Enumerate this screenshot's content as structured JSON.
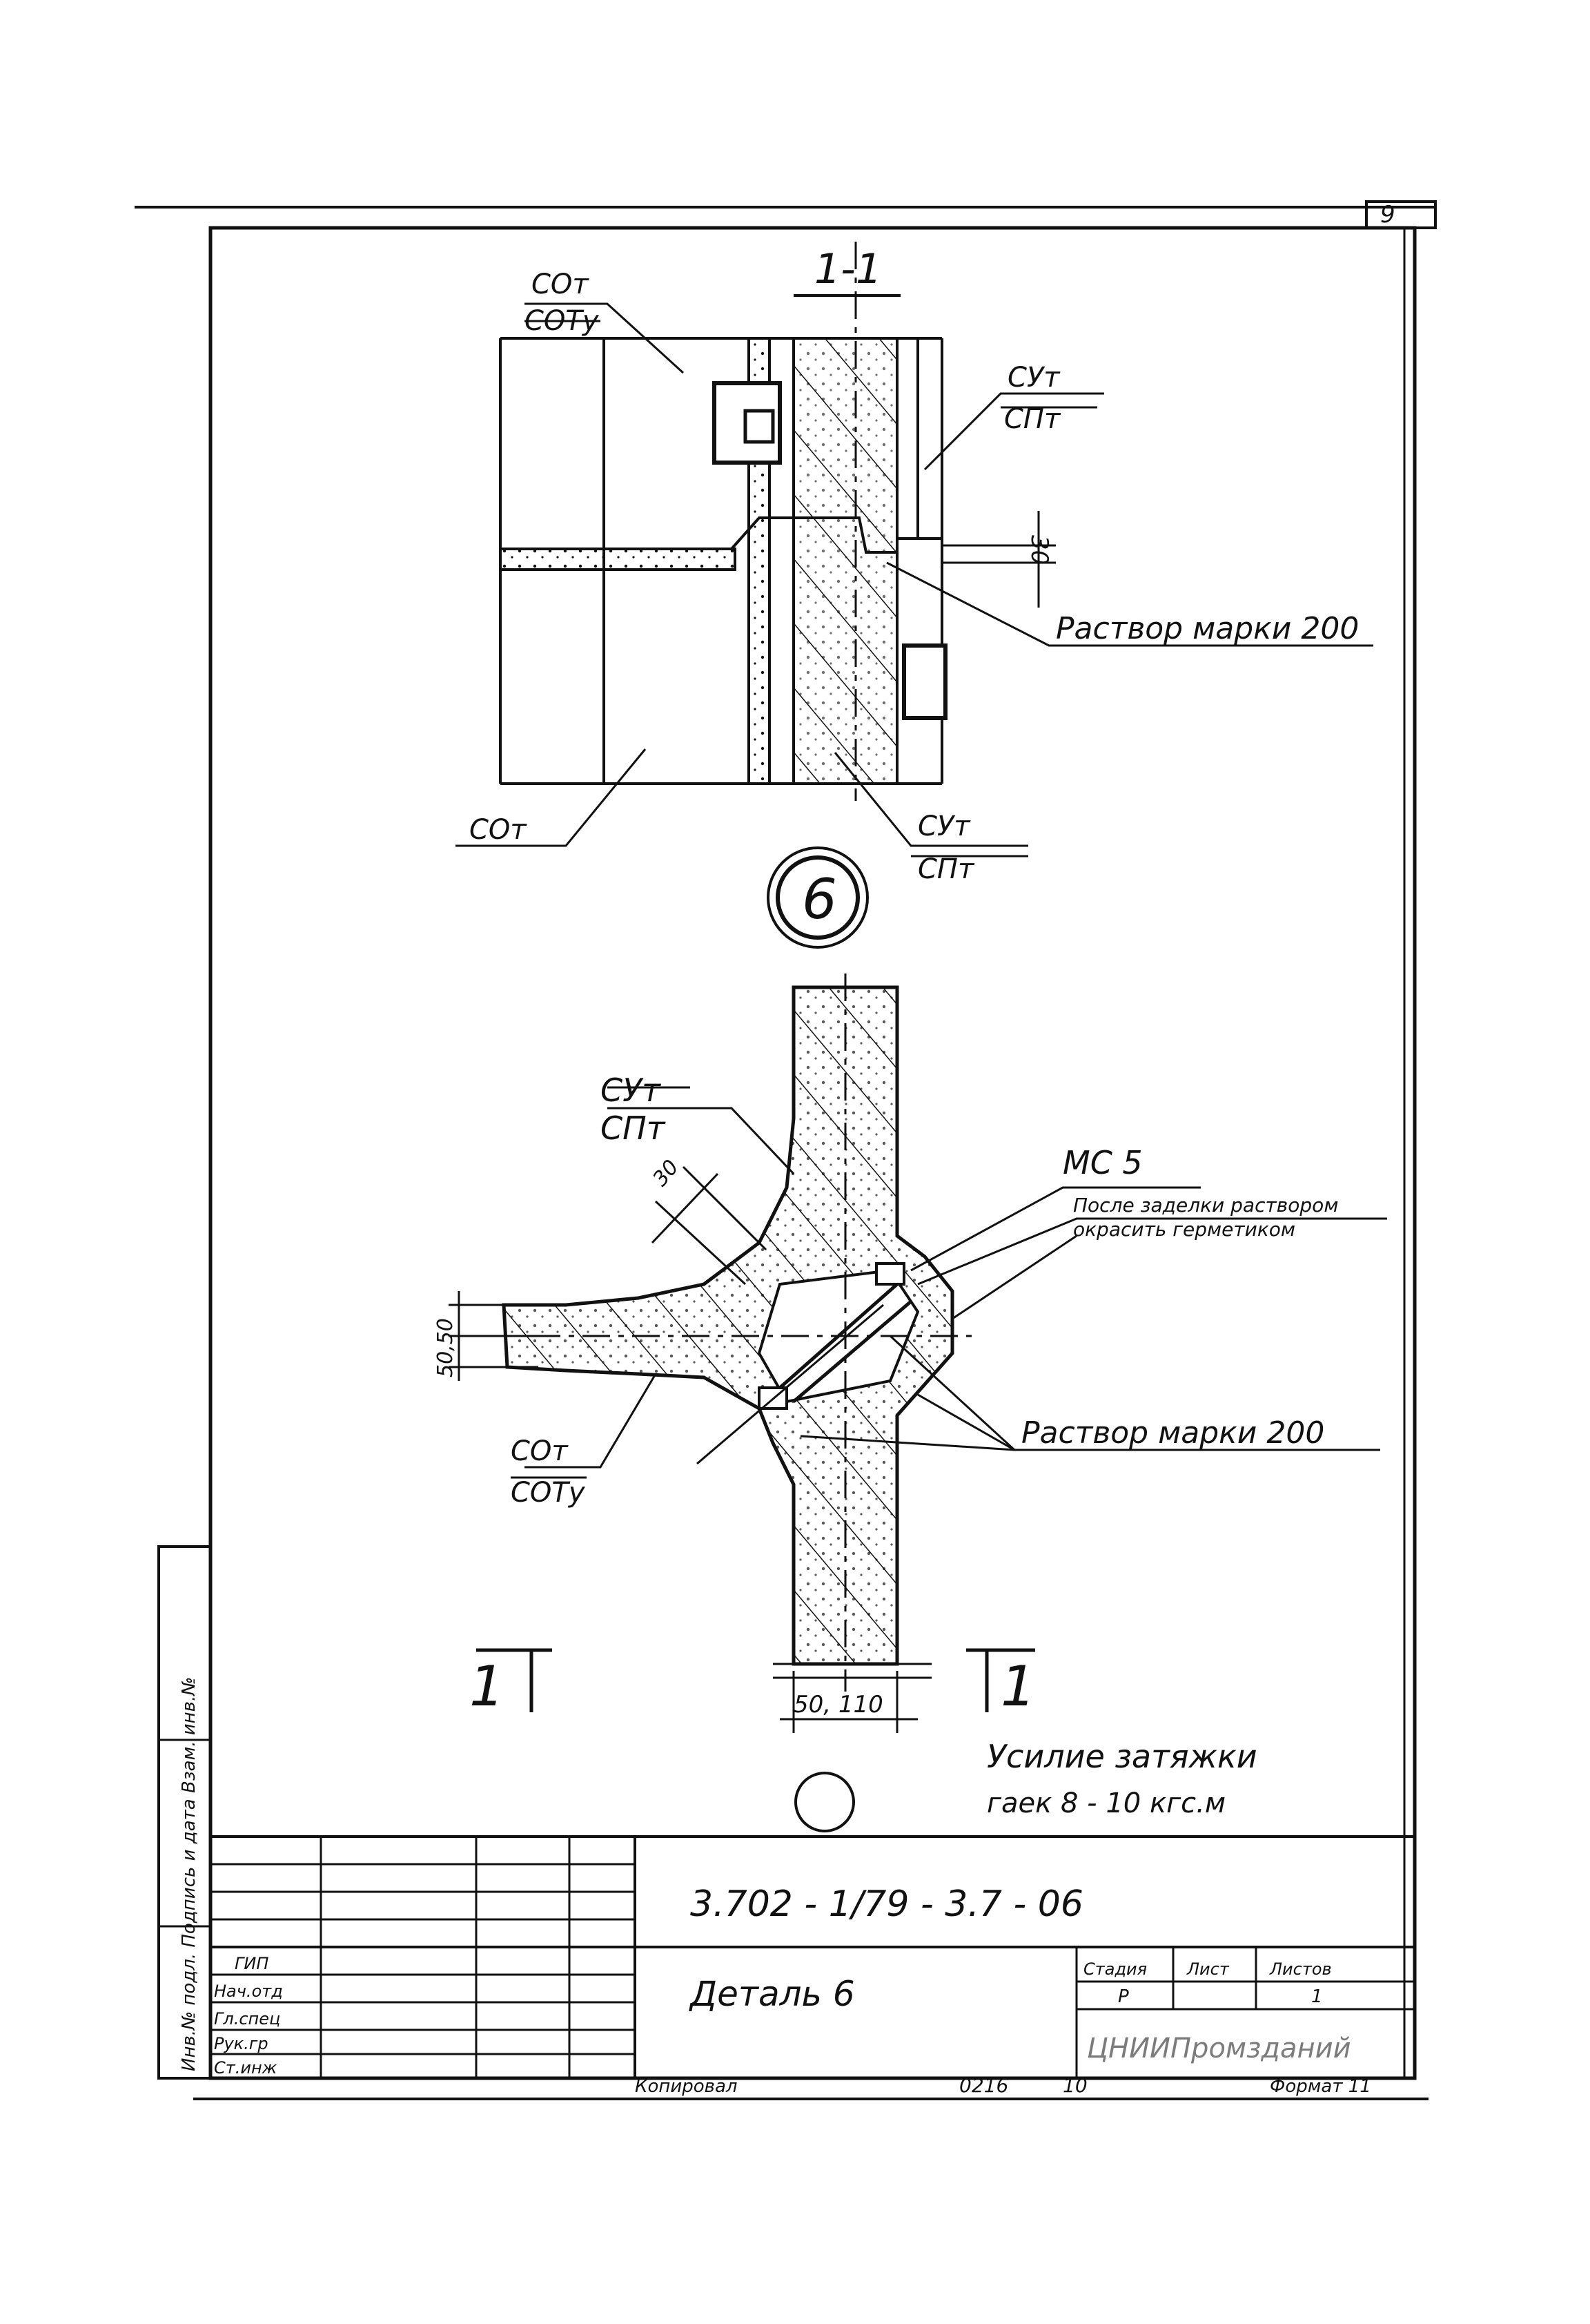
{
  "sheet": {
    "page_number": "9",
    "section_title": "1-1",
    "detail_marker": "6"
  },
  "section_1_1": {
    "label_top_left_1": "СОт",
    "label_top_left_2": "СОТу",
    "label_top_right_1": "СУт",
    "label_top_right_2": "СПт",
    "dim_30": "30",
    "mortar_label": "Раствор марки 200",
    "label_bottom_left": "СОт",
    "label_bottom_right_1": "СУт",
    "label_bottom_right_2": "СПт"
  },
  "detail_6": {
    "label_left_1": "СУт",
    "label_left_2": "СПт",
    "dim_30": "30",
    "ms5": "МС 5",
    "note_line_1": "После заделки раствором",
    "note_line_2": "окрасить герметиком",
    "dim_50_50": "50,50",
    "label_bottom_left_1": "СОт",
    "label_bottom_left_2": "СОТу",
    "mortar_label": "Раствор марки 200",
    "section_mark_left": "1",
    "section_mark_right": "1",
    "dim_bottom": "50, 110",
    "note_torque_1": "Усилие затяжки",
    "note_torque_2": "гаек 8 - 10 кгс.м"
  },
  "title_block": {
    "doc_code": "3.702 - 1/79 - 3.7 - 06",
    "detail_title": "Деталь 6",
    "stage_header": "Стадия",
    "sheet_header": "Лист",
    "sheets_header": "Листов",
    "stage_value": "Р",
    "sheets_value": "1",
    "org_stamp": "ЦНИИПромзданий",
    "roles": [
      "ГИП",
      "Нач.отд",
      "Гл.спец",
      "Рук.гр",
      "Ст.инж"
    ],
    "names": [
      "",
      "",
      "",
      "",
      ""
    ],
    "bottom_copied": "Копировал",
    "bottom_order": "0216",
    "bottom_sheet": "10",
    "bottom_format": "Формат 11"
  },
  "side_stamp": {
    "text": "Инв.№ подл.  Подпись и дата  Взам. инв.№"
  }
}
